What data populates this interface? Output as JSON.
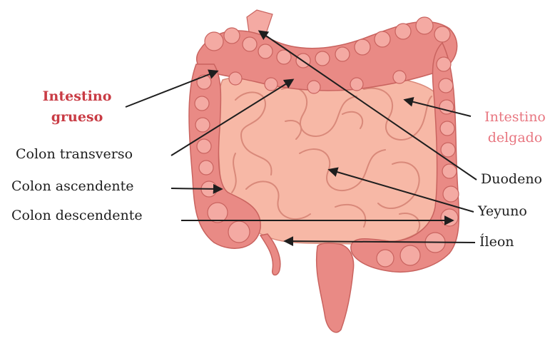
{
  "labels": {
    "large_intestine": {
      "line1": "Intestino",
      "line2": "grueso"
    },
    "small_intestine": {
      "line1": "Intestino",
      "line2": "delgado"
    },
    "transverse_colon": "Colon transverso",
    "ascending_colon": "Colon ascendente",
    "descending_colon": "Colon descendente",
    "duodenum": "Duodeno",
    "jejunum": "Yeyuno",
    "ileum": "Íleon"
  },
  "colors": {
    "colon": "#e98a85",
    "colon_dark": "#c9635f",
    "colon_light": "#f4aaa3",
    "small_intestine": "#f7b8a6",
    "small_intestine_line": "#d9897a",
    "arrow": "#1e1e1e",
    "red_label": "#c93c45",
    "pink_label": "#e87680"
  }
}
